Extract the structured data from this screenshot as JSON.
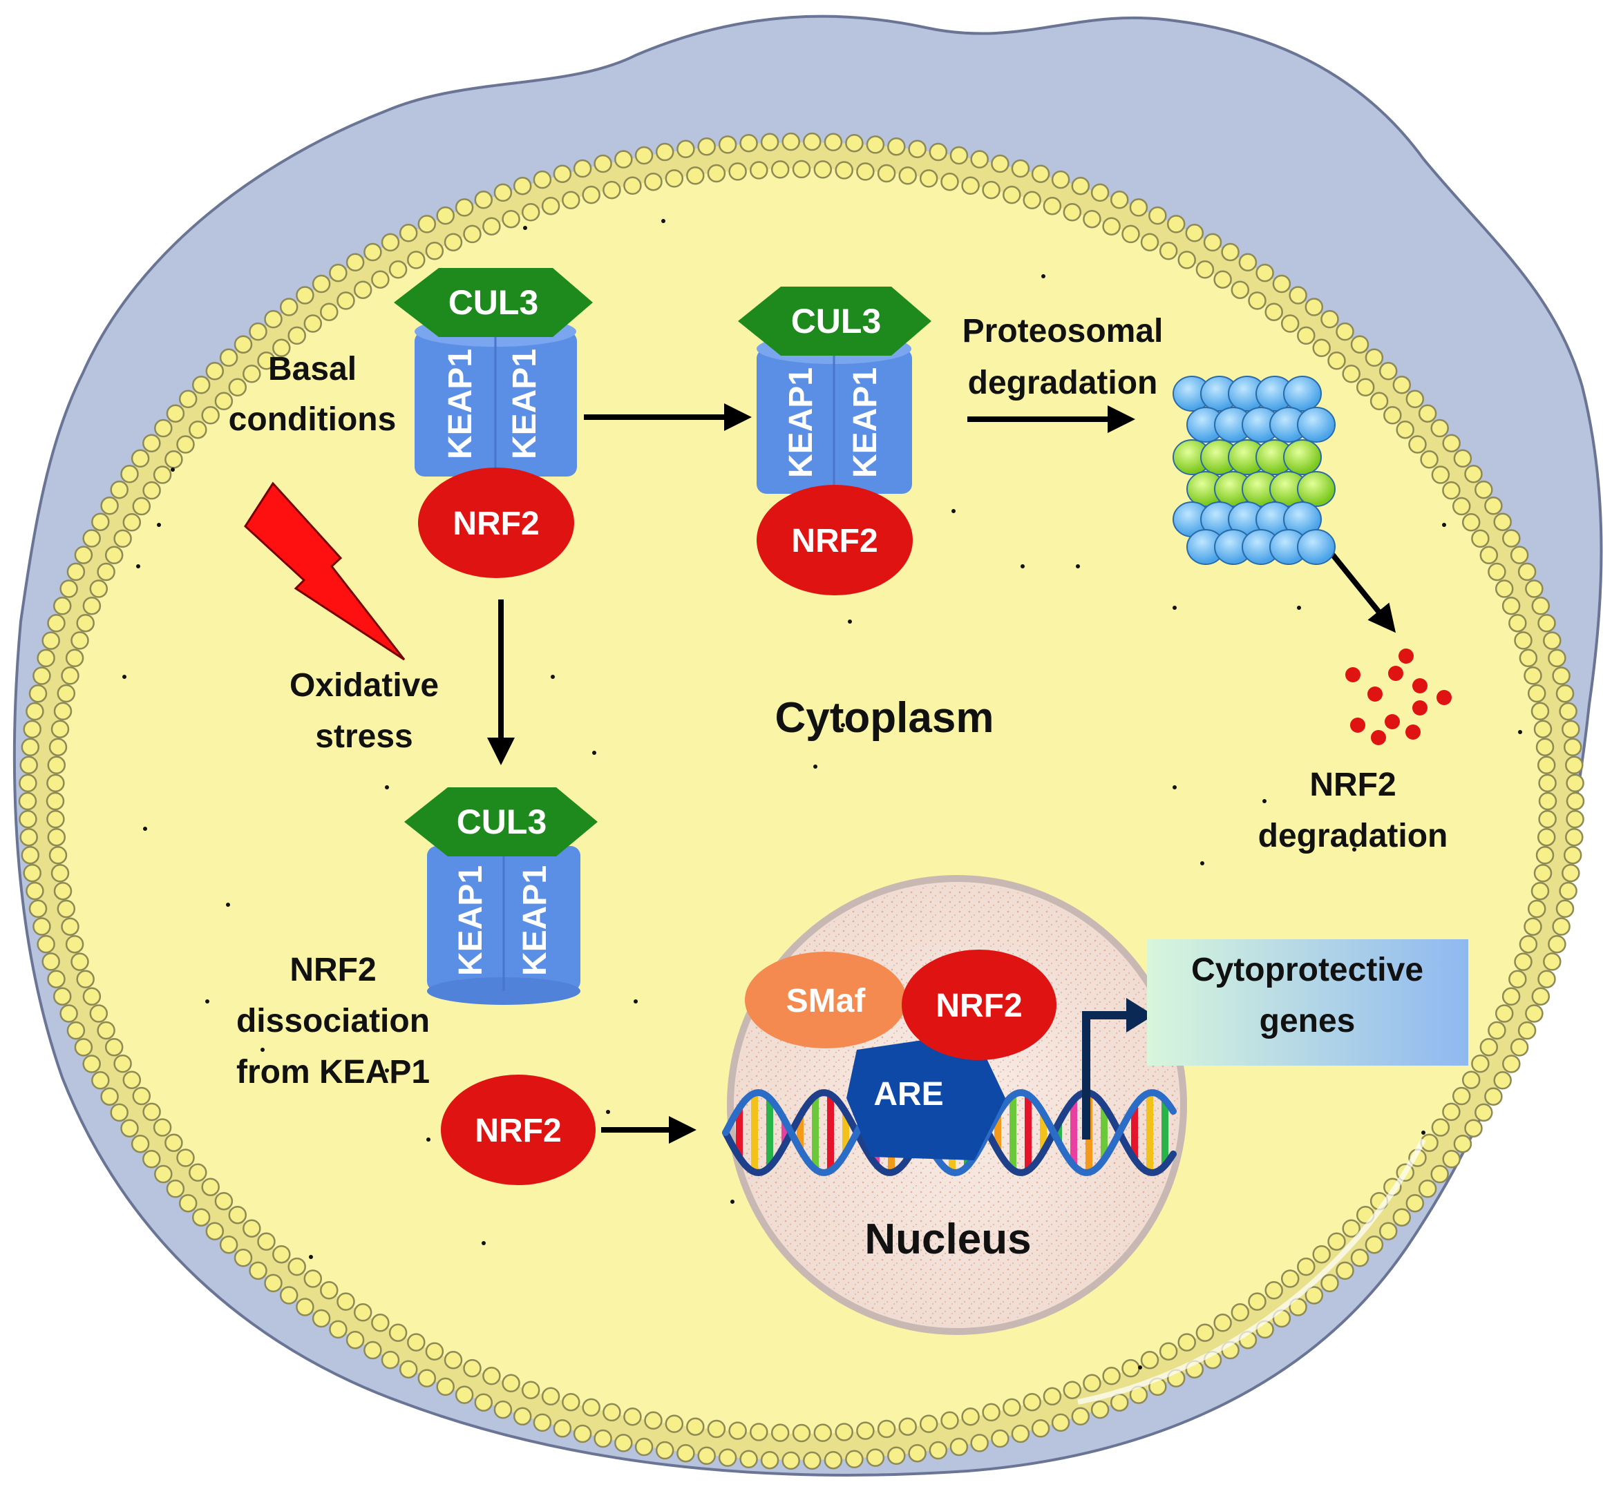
{
  "labels": {
    "basal_1": "Basal",
    "basal_2": "conditions",
    "oxidative_1": "Oxidative",
    "oxidative_2": "stress",
    "dissociation_1": "NRF2",
    "dissociation_2": "dissociation",
    "dissociation_3": "from KEAP1",
    "proteasomal_1": "Proteosomal",
    "proteasomal_2": "degradation",
    "cytoplasm": "Cytoplasm",
    "nrf2_degradation_1": "NRF2",
    "nrf2_degradation_2": "degradation",
    "nucleus": "Nucleus",
    "cytoprotective_1": "Cytoprotective",
    "cytoprotective_2": "genes"
  },
  "complexes": [
    {
      "cul3": "CUL3",
      "keap1_left": "KEAP1",
      "keap1_right": "KEAP1",
      "nrf2": "NRF2"
    },
    {
      "cul3": "CUL3",
      "keap1_left": "KEAP1",
      "keap1_right": "KEAP1",
      "nrf2": "NRF2"
    },
    {
      "cul3": "CUL3",
      "keap1_left": "KEAP1",
      "keap1_right": "KEAP1"
    }
  ],
  "free_nrf2": "NRF2",
  "nucleus_complex": {
    "smaf": "SMaf",
    "nrf2": "NRF2",
    "are": "ARE"
  },
  "colors": {
    "cytoplasm": "#faf5a6",
    "outer_cell": "#b8c3dd",
    "membrane_bead": "#f6ef8a",
    "cul3": "#1e8a1e",
    "keap1": "#5b8fe6",
    "nrf2": "#e01313",
    "smaf": "#f48a50",
    "are": "#0e49a8",
    "stress_bolt": "#ff1010",
    "gene_box_start": "#d8f6dc",
    "gene_box_end": "#8fb8f0"
  }
}
